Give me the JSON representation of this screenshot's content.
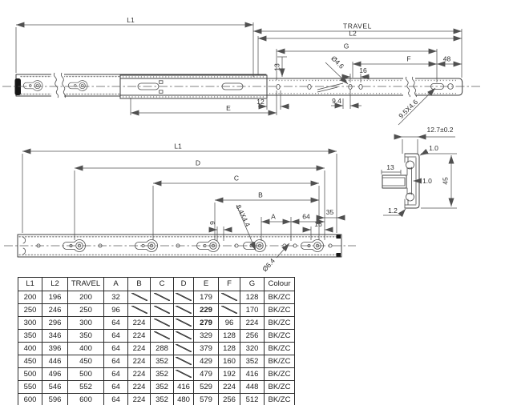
{
  "extended_view": {
    "length_l1": "L1",
    "travel": "TRAVEL",
    "length_l2": "L2",
    "dim_g": "G",
    "dim_f": "F",
    "dim_48": "48",
    "dim_13": "13",
    "hole_diameter": "Ø4.6",
    "dim_16": "16",
    "dim_12": "12",
    "dim_9_4": "9.4",
    "dim_e": "E",
    "end_slot": "9.5X4.6"
  },
  "hole_layout_view": {
    "length_l1": "L1",
    "dim_d": "D",
    "dim_c": "C",
    "dim_b": "B",
    "dim_a": "A",
    "dim_64": "64",
    "dim_35": "35",
    "dim_16": "16",
    "dim_9": "9",
    "keyhole_slot": "8.4X4.4",
    "hole_diameter": "Ø6.4"
  },
  "section_view": {
    "width": "12.7±0.2",
    "thickness_top": "1.0",
    "dim_13": "13",
    "thickness_mid": "1.0",
    "height": "45",
    "thickness_bottom": "1.2"
  },
  "table": {
    "headers": [
      "L1",
      "L2",
      "TRAVEL",
      "A",
      "B",
      "C",
      "D",
      "E",
      "F",
      "G",
      "Colour"
    ],
    "rows": [
      [
        "200",
        "196",
        "200",
        "32",
        "\\",
        "\\",
        "\\",
        "179",
        "\\",
        "128",
        "BK/ZC"
      ],
      [
        "250",
        "246",
        "250",
        "96",
        "\\",
        "\\",
        "\\",
        "229",
        "\\",
        "170",
        "BK/ZC"
      ],
      [
        "300",
        "296",
        "300",
        "64",
        "224",
        "\\",
        "\\",
        "279",
        "96",
        "224",
        "BK/ZC"
      ],
      [
        "350",
        "346",
        "350",
        "64",
        "224",
        "\\",
        "\\",
        "329",
        "128",
        "256",
        "BK/ZC"
      ],
      [
        "400",
        "396",
        "400",
        "64",
        "224",
        "288",
        "\\",
        "379",
        "128",
        "320",
        "BK/ZC"
      ],
      [
        "450",
        "446",
        "450",
        "64",
        "224",
        "352",
        "\\",
        "429",
        "160",
        "352",
        "BK/ZC"
      ],
      [
        "500",
        "496",
        "500",
        "64",
        "224",
        "352",
        "\\",
        "479",
        "192",
        "416",
        "BK/ZC"
      ],
      [
        "550",
        "546",
        "552",
        "64",
        "224",
        "352",
        "416",
        "529",
        "224",
        "448",
        "BK/ZC"
      ],
      [
        "600",
        "596",
        "600",
        "64",
        "224",
        "352",
        "480",
        "579",
        "256",
        "512",
        "BK/ZC"
      ]
    ],
    "bold_cells": [
      [
        1,
        7
      ],
      [
        2,
        7
      ]
    ]
  },
  "colors": {
    "line": "#3f3f3f",
    "dimension": "#505050",
    "text": "#2e2e2e",
    "table_border": "#2b2b2b",
    "background": "#ffffff"
  }
}
